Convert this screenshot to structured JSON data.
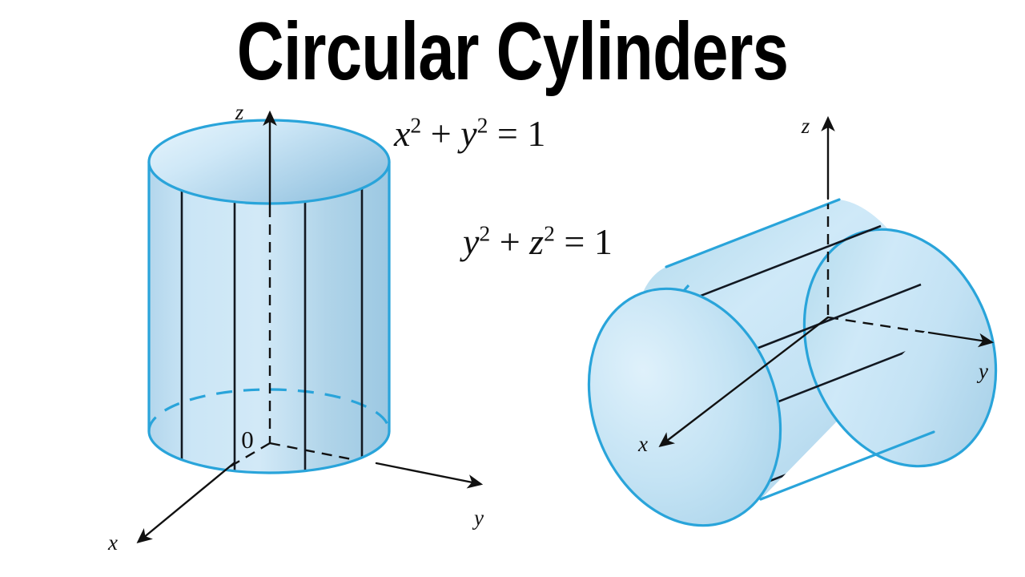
{
  "page": {
    "title": "Circular Cylinders",
    "background_color": "#ffffff"
  },
  "colors": {
    "title_text": "#000000",
    "cylinder_outline": "#29a4da",
    "cylinder_fill_light": "#dceefa",
    "cylinder_fill_mid": "#bcdcef",
    "cylinder_fill_dark": "#9ecbe5",
    "axis_stroke": "#111111",
    "ruling_stroke": "#121821"
  },
  "equations": [
    {
      "id": "equation-1",
      "text": "x2 + y2 = 1",
      "terms": [
        "x",
        "2",
        "+",
        "y",
        "2",
        "=",
        "1"
      ],
      "base1": "x",
      "exp1": "2",
      "plus": "+",
      "base2": "y",
      "exp2": "2",
      "equals": "=",
      "rhs": "1"
    },
    {
      "id": "equation-2",
      "text": "y2 + z2 = 1",
      "terms": [
        "y",
        "2",
        "+",
        "z",
        "2",
        "=",
        "1"
      ],
      "base1": "y",
      "exp1": "2",
      "plus": "+",
      "base2": "z",
      "exp2": "2",
      "equals": "=",
      "rhs": "1"
    }
  ],
  "figures": [
    {
      "id": "cylinder-vertical",
      "caption_equation": "x2 + y2 = 1",
      "axis_labels": {
        "x": "x",
        "y": "y",
        "z": "z"
      },
      "origin_label": "0",
      "orientation": "vertical",
      "ruling_count": 4
    },
    {
      "id": "cylinder-horizontal",
      "caption_equation": "y2 + z2 = 1",
      "axis_labels": {
        "x": "x",
        "y": "y",
        "z": "z"
      },
      "origin_label": "",
      "orientation": "along-x",
      "ruling_count": 4
    }
  ]
}
